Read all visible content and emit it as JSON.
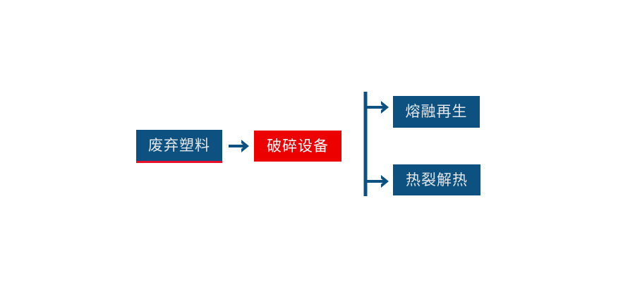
{
  "diagram": {
    "type": "flowchart",
    "title": "",
    "background_color": "#ffffff",
    "colors": {
      "primary_blue": "#0D5180",
      "accent_red": "#ED0000",
      "underline_red": "#E8112D",
      "node_text": "#E4E7EA",
      "connector": "#0D5180"
    },
    "nodes": [
      {
        "id": "waste-plastic",
        "label": "废弃塑料",
        "fill": "#0D5180",
        "text_color": "#E4E7EA",
        "accent_border": "#E8112D"
      },
      {
        "id": "crushing-equipment",
        "label": "破碎设备",
        "fill": "#ED0000",
        "text_color": "#FFFFFF",
        "accent_border": ""
      },
      {
        "id": "melt-regeneration",
        "label": "熔融再生",
        "fill": "#0D5180",
        "text_color": "#E4E7EA",
        "accent_border": ""
      },
      {
        "id": "pyrolysis-heat",
        "label": "热裂解热",
        "fill": "#0D5180",
        "text_color": "#E4E7EA",
        "accent_border": ""
      }
    ],
    "connectors": [
      {
        "id": "main-arrow",
        "from": "waste-plastic",
        "to": "crushing-equipment",
        "style": "arrow-right"
      },
      {
        "id": "branch-top-arrow",
        "from": "crushing-equipment",
        "to": "melt-regeneration",
        "style": "bracket-arrow-right"
      },
      {
        "id": "branch-bottom-arrow",
        "from": "crushing-equipment",
        "to": "pyrolysis-heat",
        "style": "bracket-arrow-right"
      }
    ]
  }
}
